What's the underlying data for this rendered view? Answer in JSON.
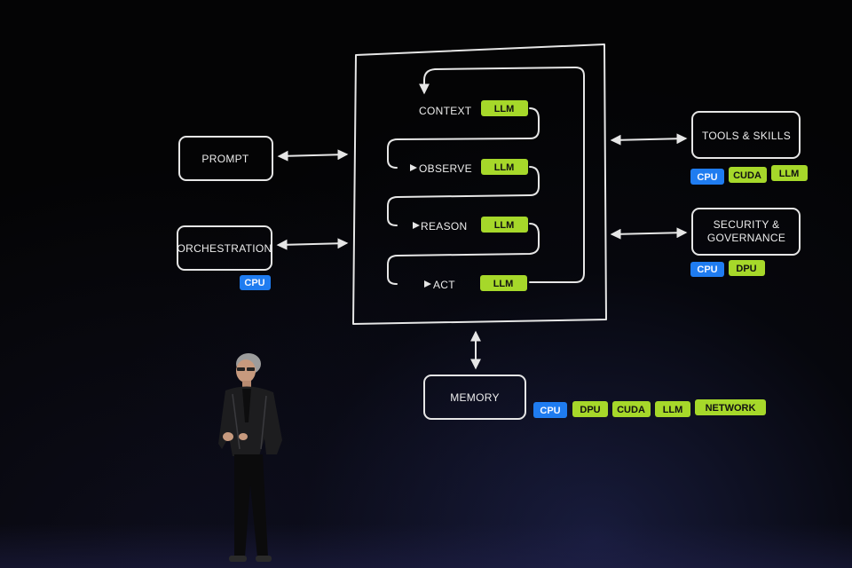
{
  "colors": {
    "background": "#040405",
    "line": "#e6e6e6",
    "llm_chip": "#a6d82a",
    "cpu_chip": "#1f7cf0"
  },
  "loop": {
    "steps": [
      {
        "label": "CONTEXT",
        "chip": "LLM"
      },
      {
        "label": "OBSERVE",
        "chip": "LLM"
      },
      {
        "label": "REASON",
        "chip": "LLM"
      },
      {
        "label": "ACT",
        "chip": "LLM"
      }
    ]
  },
  "nodes": {
    "prompt": {
      "label": "PROMPT",
      "chips": []
    },
    "orchestration": {
      "label": "ORCHESTRATION",
      "chips": [
        "CPU"
      ]
    },
    "tools": {
      "label": "TOOLS & SKILLS",
      "chips": [
        "CPU",
        "CUDA",
        "LLM"
      ]
    },
    "security": {
      "label_line1": "SECURITY &",
      "label_line2": "GOVERNANCE",
      "chips": [
        "CPU",
        "DPU"
      ]
    },
    "memory": {
      "label": "MEMORY",
      "chips": [
        "CPU",
        "DPU",
        "CUDA",
        "LLM",
        "NETWORK"
      ]
    }
  },
  "presenter": {
    "description_icon": "person-figure"
  }
}
